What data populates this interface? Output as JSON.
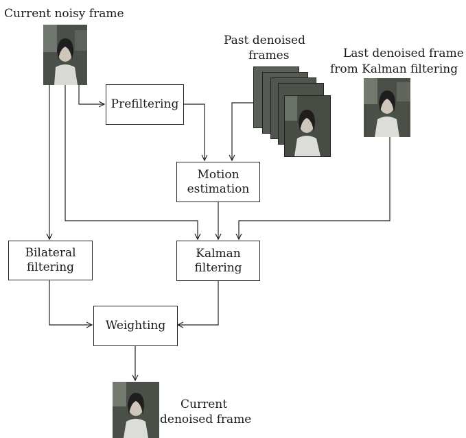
{
  "labels": {
    "current_noisy_frame": "Current noisy frame",
    "past_denoised_line1": "Past denoised",
    "past_denoised_line2": "frames",
    "last_kalman_line1": "Last denoised frame",
    "last_kalman_line2": "from Kalman filtering",
    "current_denoised_line1": "Current",
    "current_denoised_line2": "denoised frame"
  },
  "boxes": {
    "prefiltering": [
      "Prefiltering"
    ],
    "motion_estimation": [
      "Motion",
      "estimation"
    ],
    "bilateral_filtering": [
      "Bilateral",
      "filtering"
    ],
    "kalman_filtering": [
      "Kalman",
      "filtering"
    ],
    "weighting": [
      "Weighting"
    ]
  },
  "colors": {
    "line": "#222222",
    "frame_bg": "#3b403b",
    "frame_light": "#9aa39a",
    "face": "#d8d0c8",
    "jacket": "#e8e8e8"
  }
}
